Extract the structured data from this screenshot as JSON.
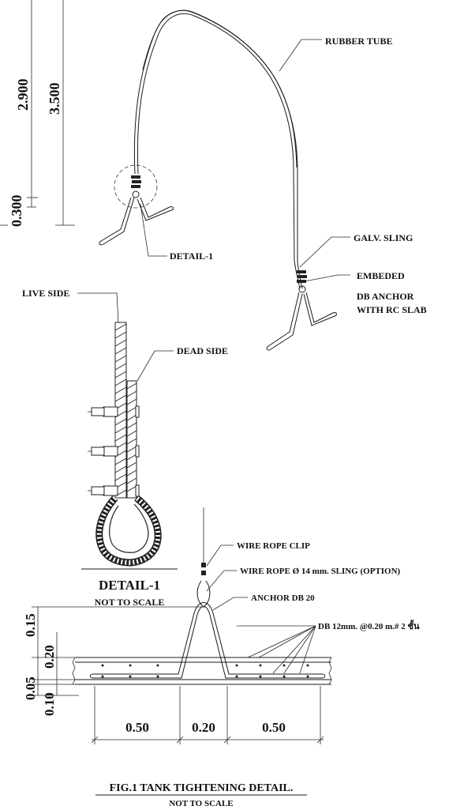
{
  "dimensions": {
    "left_top": "2.900",
    "left_total": "3.500",
    "left_bottom": "0.300",
    "section_v1": "0.15",
    "section_v2": "0.20",
    "section_v3": "0.05",
    "section_v4": "0.10",
    "section_h1": "0.50",
    "section_h2": "0.20",
    "section_h3": "0.50"
  },
  "labels": {
    "rubber_tube": "RUBBER TUBE",
    "detail_1_ref": "DETAIL-1",
    "galv_sling": "GALV. SLING",
    "embeded": "EMBEDED",
    "db_anchor": "DB ANCHOR",
    "with_rc_slab": "WITH RC SLAB",
    "live_side": "LIVE SIDE",
    "dead_side": "DEAD SIDE",
    "wire_rope_clip": "WIRE ROPE CLIP",
    "wire_rope_sling": "WIRE ROPE Ø 14 mm. SLING (OPTION)",
    "anchor_db20": "ANCHOR DB 20",
    "rebar": "DB  12mm. @0.20 m.# 2 ชั้น"
  },
  "detail": {
    "title": "DETAIL-1",
    "subtitle": "NOT TO SCALE"
  },
  "figure": {
    "title": "FIG.1 TANK TIGHTENING DETAIL.",
    "subtitle": "NOT TO SCALE"
  }
}
